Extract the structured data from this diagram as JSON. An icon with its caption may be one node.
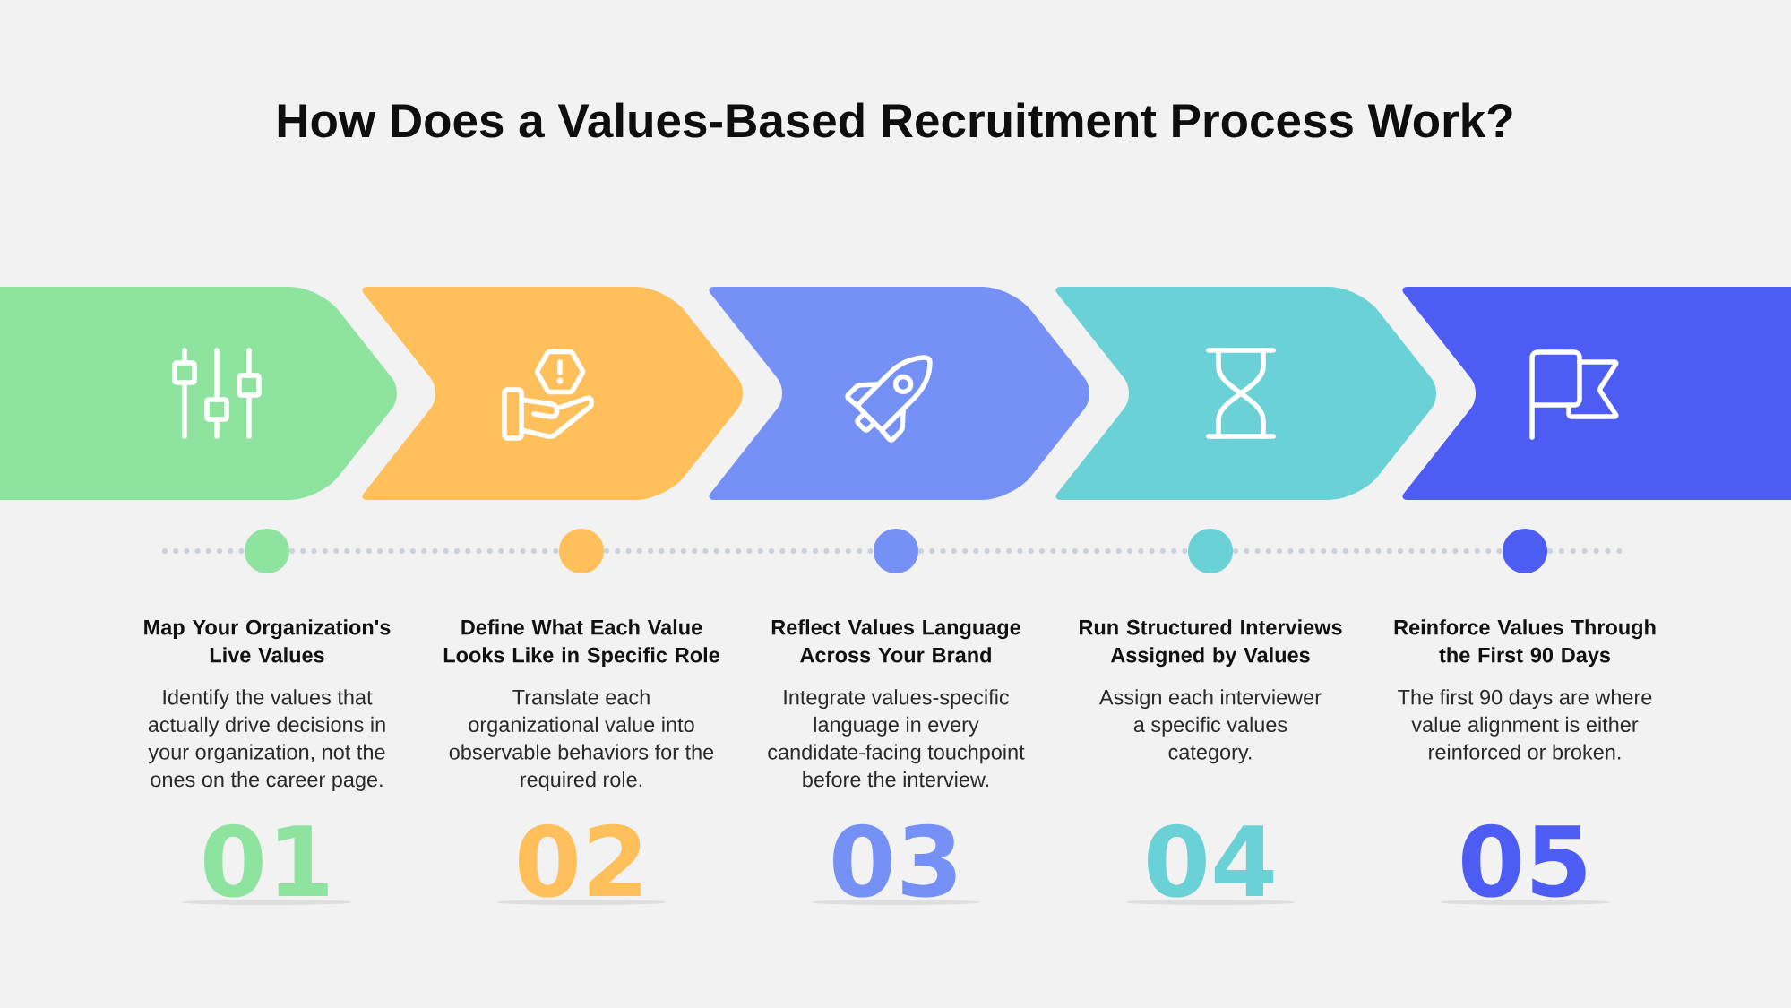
{
  "diagram": {
    "title": "How Does a Values-Based Recruitment Process Work?",
    "nodes": [
      {
        "text": [],
        "shape": "chevron"
      },
      {
        "text": [],
        "shape": "chevron"
      },
      {
        "text": [],
        "shape": "chevron"
      },
      {
        "text": [],
        "shape": "chevron"
      },
      {
        "text": [],
        "shape": "chevron"
      },
      {
        "text": [],
        "shape": "circle",
        "beside": [
          "Map Your Organization's Live Values",
          "Identify the values that actually drive decisions in your organization, not the ones on the career page.",
          "01"
        ]
      },
      {
        "text": [],
        "shape": "circle",
        "beside": [
          "Define What Each Value Looks Like in Specific Role",
          "Translate each organizational value into observable behaviors for the required role.",
          "02"
        ]
      },
      {
        "text": [],
        "shape": "circle",
        "beside": [
          "Reflect Values Language Across Your Brand",
          "Integrate values-specific language in every candidate-facing touchpoint before the interview.",
          "03"
        ]
      },
      {
        "text": [],
        "shape": "circle",
        "beside": [
          "Run Structured Interviews Assigned by Values",
          "Assign each interviewer a specific values category.",
          "04"
        ]
      },
      {
        "text": [],
        "shape": "circle",
        "beside": [
          "Reinforce Values Through the First 90 Days",
          "The first 90 days are where value alignment is either reinforced or broken.",
          "05"
        ]
      }
    ],
    "edges": [
      {
        "from": 5,
        "to": 6,
        "arrow": "none",
        "style": "dashed"
      },
      {
        "from": 6,
        "to": 7,
        "arrow": "none",
        "style": "dashed"
      },
      {
        "from": 7,
        "to": 8,
        "arrow": "none",
        "style": "dashed"
      },
      {
        "from": 8,
        "to": 9,
        "arrow": "none",
        "style": "dashed"
      }
    ]
  }
}
